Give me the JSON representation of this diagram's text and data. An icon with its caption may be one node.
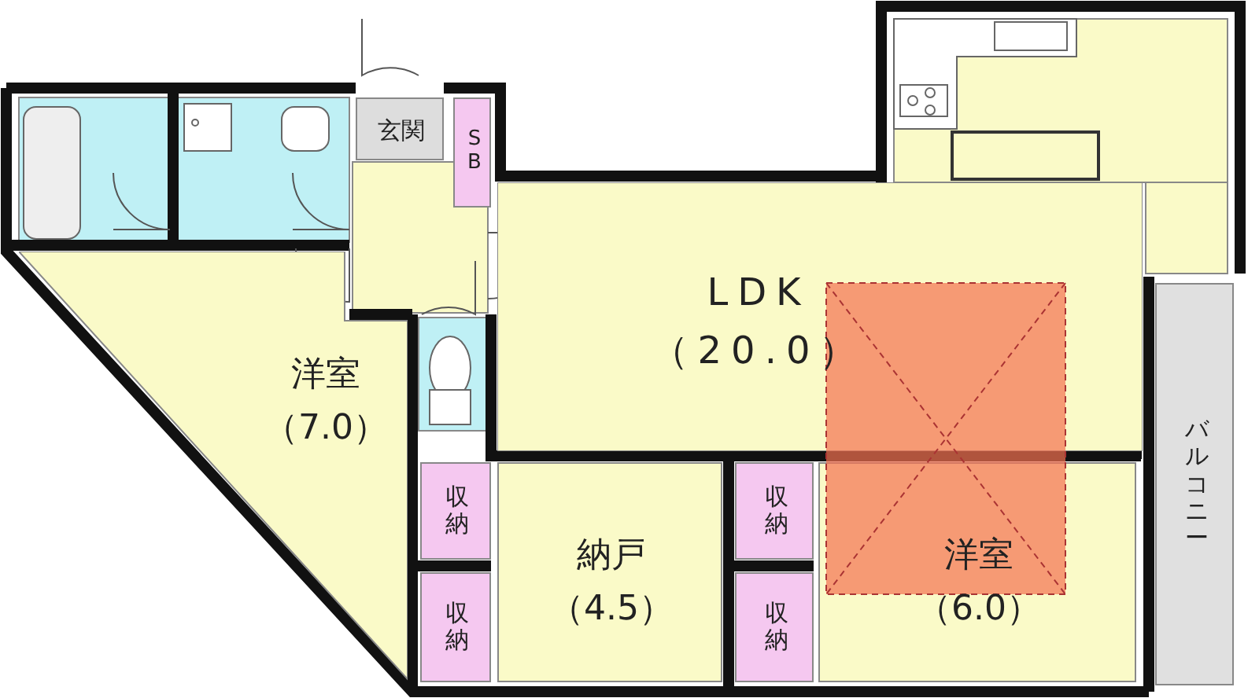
{
  "diagram": {
    "nodes": [
      {
        "text": [
          "玄関"
        ]
      },
      {
        "text": [
          "SB"
        ]
      },
      {
        "text": [
          "洋室",
          "（7.0）"
        ]
      },
      {
        "text": [
          "LDK",
          "（20.0）"
        ]
      },
      {
        "text": [
          "収納"
        ]
      },
      {
        "text": [
          "収納"
        ]
      },
      {
        "text": [
          "納戸",
          "（4.5）"
        ]
      },
      {
        "text": [
          "収納"
        ]
      },
      {
        "text": [
          "収納"
        ]
      },
      {
        "text": [
          "洋室",
          "（6.0）"
        ]
      },
      {
        "text": [
          "バルコニー"
        ]
      }
    ],
    "edges": []
  }
}
